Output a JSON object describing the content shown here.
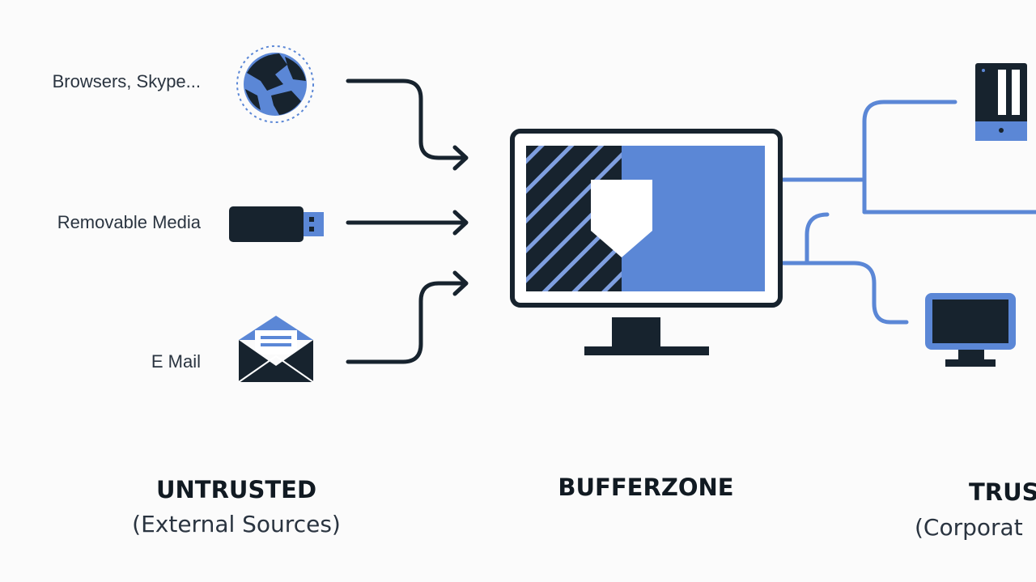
{
  "sources": [
    {
      "label": "Browsers, Skype...",
      "icon": "globe-icon"
    },
    {
      "label": "Removable Media",
      "icon": "usb-drive-icon"
    },
    {
      "label": "E Mail",
      "icon": "envelope-icon"
    }
  ],
  "sections": {
    "untrusted": {
      "title": "UNTRUSTED",
      "subtitle": "(External Sources)"
    },
    "bufferzone": {
      "title": "BUFFERZONE"
    },
    "trusted": {
      "title": "TRUS",
      "subtitle": "(Corporat"
    }
  },
  "colors": {
    "dark": "#17232e",
    "accent": "#5b87d6",
    "background": "#fbfbfb"
  }
}
